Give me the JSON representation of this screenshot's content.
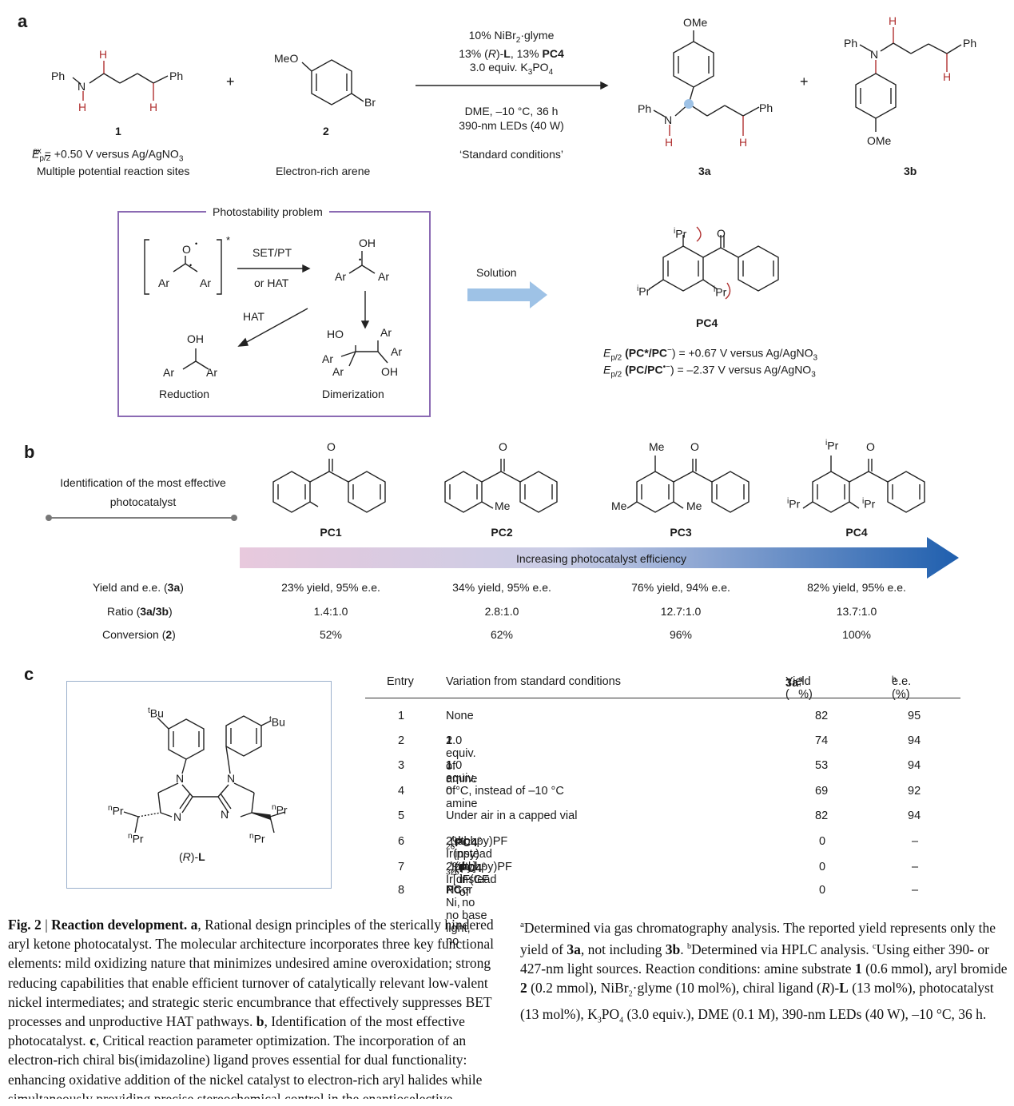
{
  "panel_a": {
    "letter": "a",
    "compound1": {
      "num": "1",
      "ph": "Ph",
      "n": "N",
      "h": "H",
      "potential_label": "E",
      "potential_sub": "p/2",
      "potential_sup": "ox",
      "potential_value": " = +0.50 V versus Ag/AgNO",
      "potential_sub3": "3",
      "note": "Multiple potential reaction sites"
    },
    "plus": "+",
    "compound2": {
      "num": "2",
      "meo": "MeO",
      "br": "Br",
      "note": "Electron-rich arene"
    },
    "conditions": {
      "line1": "10% NiBr",
      "line1_sub": "2",
      "line1_rest": "·glyme",
      "line2_pre": "13% (",
      "line2_r": "R",
      "line2_mid": ")-",
      "line2_l": "L",
      "line2_post": ", 13% ",
      "line2_pc": "PC4",
      "line3": "3.0 equiv. K",
      "line3_sub1": "3",
      "line3_po": "PO",
      "line3_sub2": "4",
      "line4": "DME, –10 °C, 36 h",
      "line5": "390-nm LEDs (40 W)",
      "line6": "‘Standard conditions’"
    },
    "product3a": {
      "num": "3a",
      "ome": "OMe",
      "ph": "Ph",
      "n": "N",
      "h": "H"
    },
    "product3b": {
      "num": "3b",
      "ome": "OMe",
      "ph": "Ph",
      "n": "N",
      "h": "H"
    },
    "photostability": {
      "title": "Photostability problem",
      "set_pt": "SET/PT",
      "or_hat": "or HAT",
      "hat": "HAT",
      "oh": "OH",
      "ho": "HO",
      "ar": "Ar",
      "o": "O",
      "reduction": "Reduction",
      "dimerization": "Dimerization",
      "star": "*"
    },
    "solution": "Solution",
    "pc4": {
      "label": "PC4",
      "o": "O",
      "ipr": "Pr",
      "i": "i",
      "e1_pre": "E",
      "e1_sub": "p/2",
      "e1_bold": " (PC*/PC",
      "e1_sup": "−",
      "e1_rest": ") = +0.67 V versus Ag/AgNO",
      "e1_sub3": "3",
      "e2_pre": "E",
      "e2_sub": "p/2",
      "e2_bold": " (PC/PC",
      "e2_sup": "•−",
      "e2_rest": ") = –2.37 V versus Ag/AgNO",
      "e2_sub3": "3"
    }
  },
  "panel_b": {
    "letter": "b",
    "identification": "Identification of the most effective photocatalyst",
    "arrow_label": "Increasing photocatalyst efficiency",
    "row_labels": {
      "yield_pre": "Yield and e.e. (",
      "yield_bold": "3a",
      "yield_post": ")",
      "ratio_pre": "Ratio (",
      "ratio_bold": "3a/3b",
      "ratio_post": ")",
      "conv_pre": "Conversion (",
      "conv_bold": "2",
      "conv_post": ")"
    },
    "catalysts": [
      {
        "name": "PC1",
        "yield": "23% yield, 95% e.e.",
        "ratio": "1.4:1.0",
        "conversion": "52%"
      },
      {
        "name": "PC2",
        "yield": "34% yield, 95% e.e.",
        "ratio": "2.8:1.0",
        "conversion": "62%"
      },
      {
        "name": "PC3",
        "yield": "76% yield, 94% e.e.",
        "ratio": "12.7:1.0",
        "conversion": "96%"
      },
      {
        "name": "PC4",
        "yield": "82% yield, 95% e.e.",
        "ratio": "13.7:1.0",
        "conversion": "100%"
      }
    ],
    "substituents": {
      "o": "O",
      "me": "Me",
      "pr": "Pr",
      "i": "i"
    }
  },
  "panel_c": {
    "letter": "c",
    "ligand": {
      "label_pre": "(",
      "label_r": "R",
      "label_mid": ")-",
      "label_l": "L",
      "bu": "Bu",
      "t": "t",
      "pr": "Pr",
      "n_sup": "n",
      "n": "N"
    },
    "headers": {
      "entry": "Entry",
      "variation": "Variation from standard conditions",
      "yield_pre": "Yield (",
      "yield_bold": "3a",
      "yield_post": ", %)",
      "yield_sup": "a",
      "ee": "e.e. (%)",
      "ee_sup": "b"
    },
    "rows": [
      {
        "entry": "1",
        "variation": "None",
        "yield": "82",
        "ee": "95"
      },
      {
        "entry": "2",
        "variation": "2.0 equiv. of amine ",
        "bold": "1",
        "yield": "74",
        "ee": "94"
      },
      {
        "entry": "3",
        "variation": "1.0 equiv. of amine ",
        "bold": "1",
        "yield": "53",
        "ee": "94"
      },
      {
        "entry": "4",
        "variation": "0 °C, instead of –10 °C",
        "yield": "69",
        "ee": "92"
      },
      {
        "entry": "5",
        "variation": "Under air in a capped vial",
        "yield": "82",
        "ee": "94"
      },
      {
        "entry": "6",
        "variation": "2% Ir(ppy)",
        "sub1": "2",
        "variation2": "(dtbbpy)PF",
        "sub2": "6",
        "variation3": ", instead of ",
        "bold": "PC4",
        "sup": "c",
        "yield": "0",
        "ee": "–"
      },
      {
        "entry": "7",
        "variation": "2% Ir[dF(CF",
        "sub1": "3",
        "variation2": ")ppy]",
        "sub2": "2",
        "variation3": "(dtbbpy)PF",
        "sub3": "6",
        "variation4": ", instead of ",
        "bold": "PC4",
        "sup": "c",
        "yield": "0",
        "ee": "–"
      },
      {
        "entry": "8",
        "variation": "No Ni, no light, no ",
        "bold": "PC",
        "variation_after": " or no base",
        "yield": "0",
        "ee": "–"
      }
    ]
  },
  "caption": {
    "fig": "Fig. 2",
    "sep": " | ",
    "title": "Reaction development.",
    "a": " a",
    "a_text": ", Rational design principles of the sterically hindered aryl ketone photocatalyst. The molecular architecture incorporates three key functional elements: mild oxidizing nature that minimizes undesired amine overoxidation; strong reducing capabilities that enable efficient turnover of catalytically relevant low-valent nickel intermediates; and strategic steric encumbrance that effectively suppresses BET processes and unproductive HAT pathways. ",
    "b": "b",
    "b_text": ", Identification of the most effective photocatalyst. ",
    "c": "c",
    "c_text": ", Critical reaction parameter optimization. The incorporation of an electron-rich chiral bis(imidazoline) ligand proves essential for dual functionality: enhancing oxidative addition of the nickel catalyst to electron-rich aryl halides while simultaneously providing precise stereochemical control in the enantioselective transformation. ",
    "note_a_sup": "a",
    "note_a": "Determined via gas chromatography analysis. The reported yield represents only the yield of ",
    "note_a_bold1": "3a",
    "note_a_mid": ", not including ",
    "note_a_bold2": "3b",
    "note_a_end": ". ",
    "note_b_sup": "b",
    "note_b": "Determined via HPLC analysis. ",
    "note_c_sup": "c",
    "note_c": "Using either 390- or 427-nm light sources. Reaction conditions: amine substrate ",
    "rc_bold1": "1",
    "rc_1": " (0.6 mmol), aryl bromide ",
    "rc_bold2": "2",
    "rc_2": " (0.2 mmol), NiBr",
    "rc_sub": "2",
    "rc_3": "·glyme (10 mol%), chiral ligand (",
    "rc_r": "R",
    "rc_4": ")-",
    "rc_l": "L",
    "rc_5": " (13 mol%), photocatalyst (13 mol%), K",
    "rc_sub3": "3",
    "rc_6": "PO",
    "rc_sub4": "4",
    "rc_7": " (3.0 equiv.), DME (0.1 M), 390-nm LEDs (40 W), –10 °C, 36 h."
  },
  "colors": {
    "box_purple": "#8b6ab3",
    "arrow_blue": "#1f5fae",
    "gradient_start": "#e8c9dd",
    "solution_arrow": "#9ec2e6",
    "h_red": "#b03030"
  }
}
